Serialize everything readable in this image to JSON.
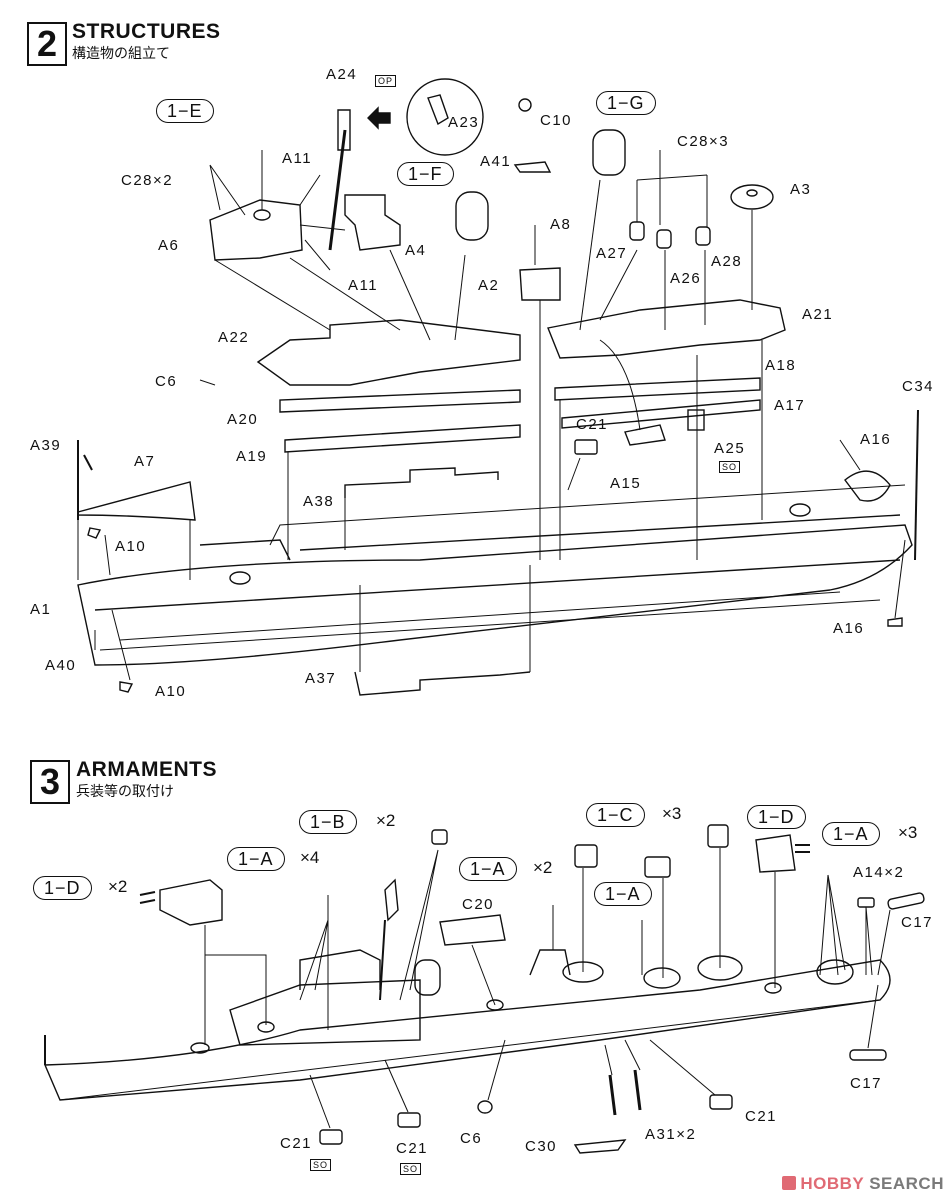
{
  "colors": {
    "ink": "#111111",
    "watermark_red": "#e06a74",
    "watermark_gray": "#7a7a7a"
  },
  "step2": {
    "number": "2",
    "title": "STRUCTURES",
    "subtitle": "構造物の組立て",
    "subassembly_refs": [
      "1−E",
      "1−F",
      "1−G"
    ],
    "optional_badge": "OP",
    "inset_part": "A23",
    "labels": {
      "A24": "A24",
      "A23": "A23",
      "C10": "C10",
      "A41": "A41",
      "C28x3": "C28×3",
      "C28x2": "C28×2",
      "A11_top": "A11",
      "A11_bottom": "A11",
      "A6": "A6",
      "A4": "A4",
      "A8": "A8",
      "A3": "A3",
      "A2": "A2",
      "A27": "A27",
      "A26": "A26",
      "A28": "A28",
      "A21": "A21",
      "A22": "A22",
      "C6": "C6",
      "A18": "A18",
      "A20": "A20",
      "A17": "A17",
      "C34": "C34",
      "A39": "A39",
      "A7": "A7",
      "A19": "A19",
      "C21": "C21",
      "A25": "A25",
      "A16_top": "A16",
      "A15": "A15",
      "A38": "A38",
      "A10_top": "A10",
      "A1": "A1",
      "A16_bottom": "A16",
      "A40": "A40",
      "A37": "A37",
      "A10_bottom": "A10"
    },
    "a25_badge": "SO"
  },
  "step3": {
    "number": "3",
    "title": "ARMAMENTS",
    "subtitle": "兵装等の取付け",
    "callouts": [
      {
        "ref": "1−D",
        "qty": "×2"
      },
      {
        "ref": "1−A",
        "qty": "×4"
      },
      {
        "ref": "1−B",
        "qty": "×2"
      },
      {
        "ref": "1−A",
        "qty": "×2"
      },
      {
        "ref": "1−C",
        "qty": "×3"
      },
      {
        "ref": "1−A",
        "qty": ""
      },
      {
        "ref": "1−D",
        "qty": ""
      },
      {
        "ref": "1−A",
        "qty": "×3"
      }
    ],
    "labels": {
      "C20": "C20",
      "A14x2": "A14×2",
      "C17_top": "C17",
      "C17_bottom": "C17",
      "C21_a": "C21",
      "C21_b": "C21",
      "C21_c": "C21",
      "C6": "C6",
      "C30": "C30",
      "A31x2": "A31×2"
    },
    "c21_badge": "SO"
  },
  "watermark": {
    "part1": "HOBBY",
    "part2": "SEARCH"
  }
}
